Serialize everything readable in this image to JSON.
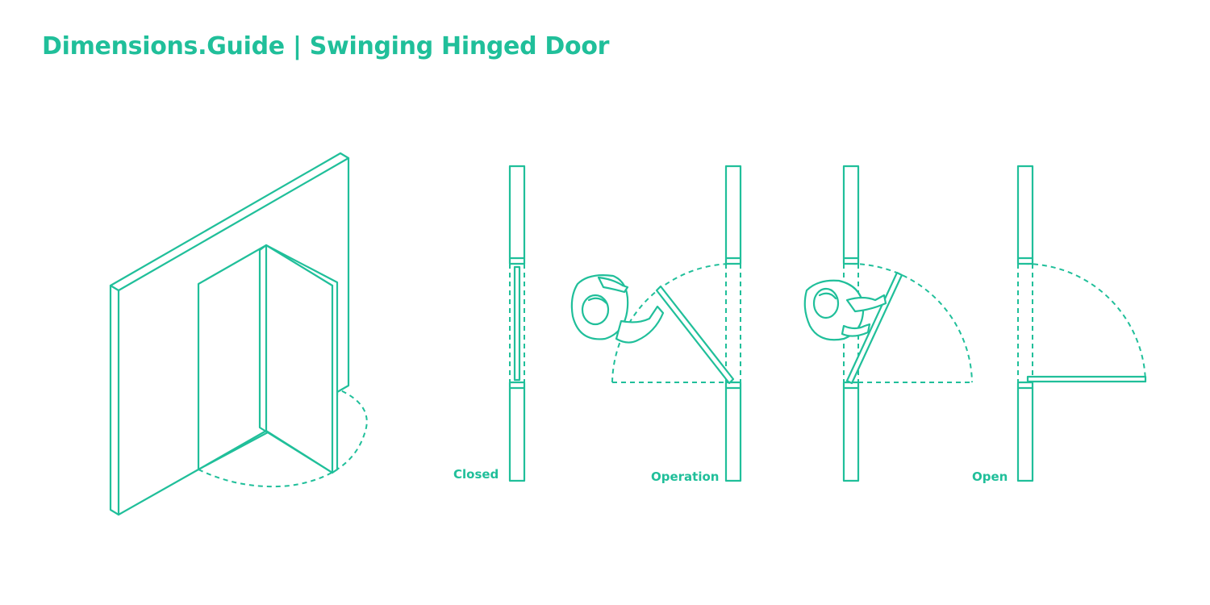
{
  "title": "Dimensions.Guide | Swinging Hinged Door",
  "labels": {
    "closed": "Closed",
    "operation": "Operation",
    "open": "Open"
  },
  "colors": {
    "accent": "#20bf9a",
    "background": "#ffffff"
  }
}
